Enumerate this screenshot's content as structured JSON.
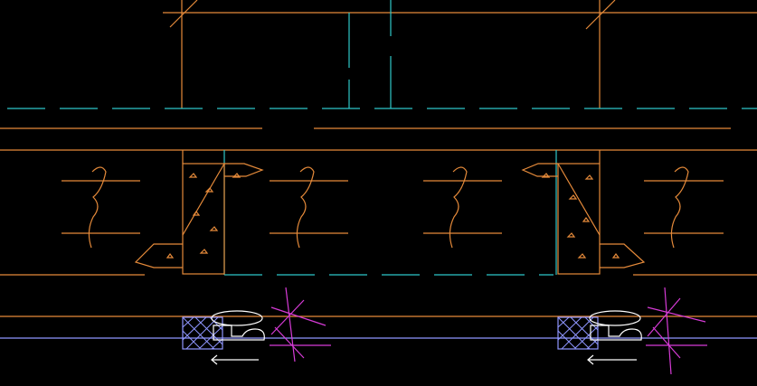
{
  "colors": {
    "background": "#000000",
    "orange_lines": "#e58a3a",
    "cyan_lines": "#2ec7c9",
    "magenta_lines": "#d63bd6",
    "blue_lines": "#8f96ff",
    "white_lines": "#ffffff"
  },
  "symbols": [
    "break-symbol",
    "crosshair-marker",
    "concrete-hatch",
    "seal-profile"
  ]
}
